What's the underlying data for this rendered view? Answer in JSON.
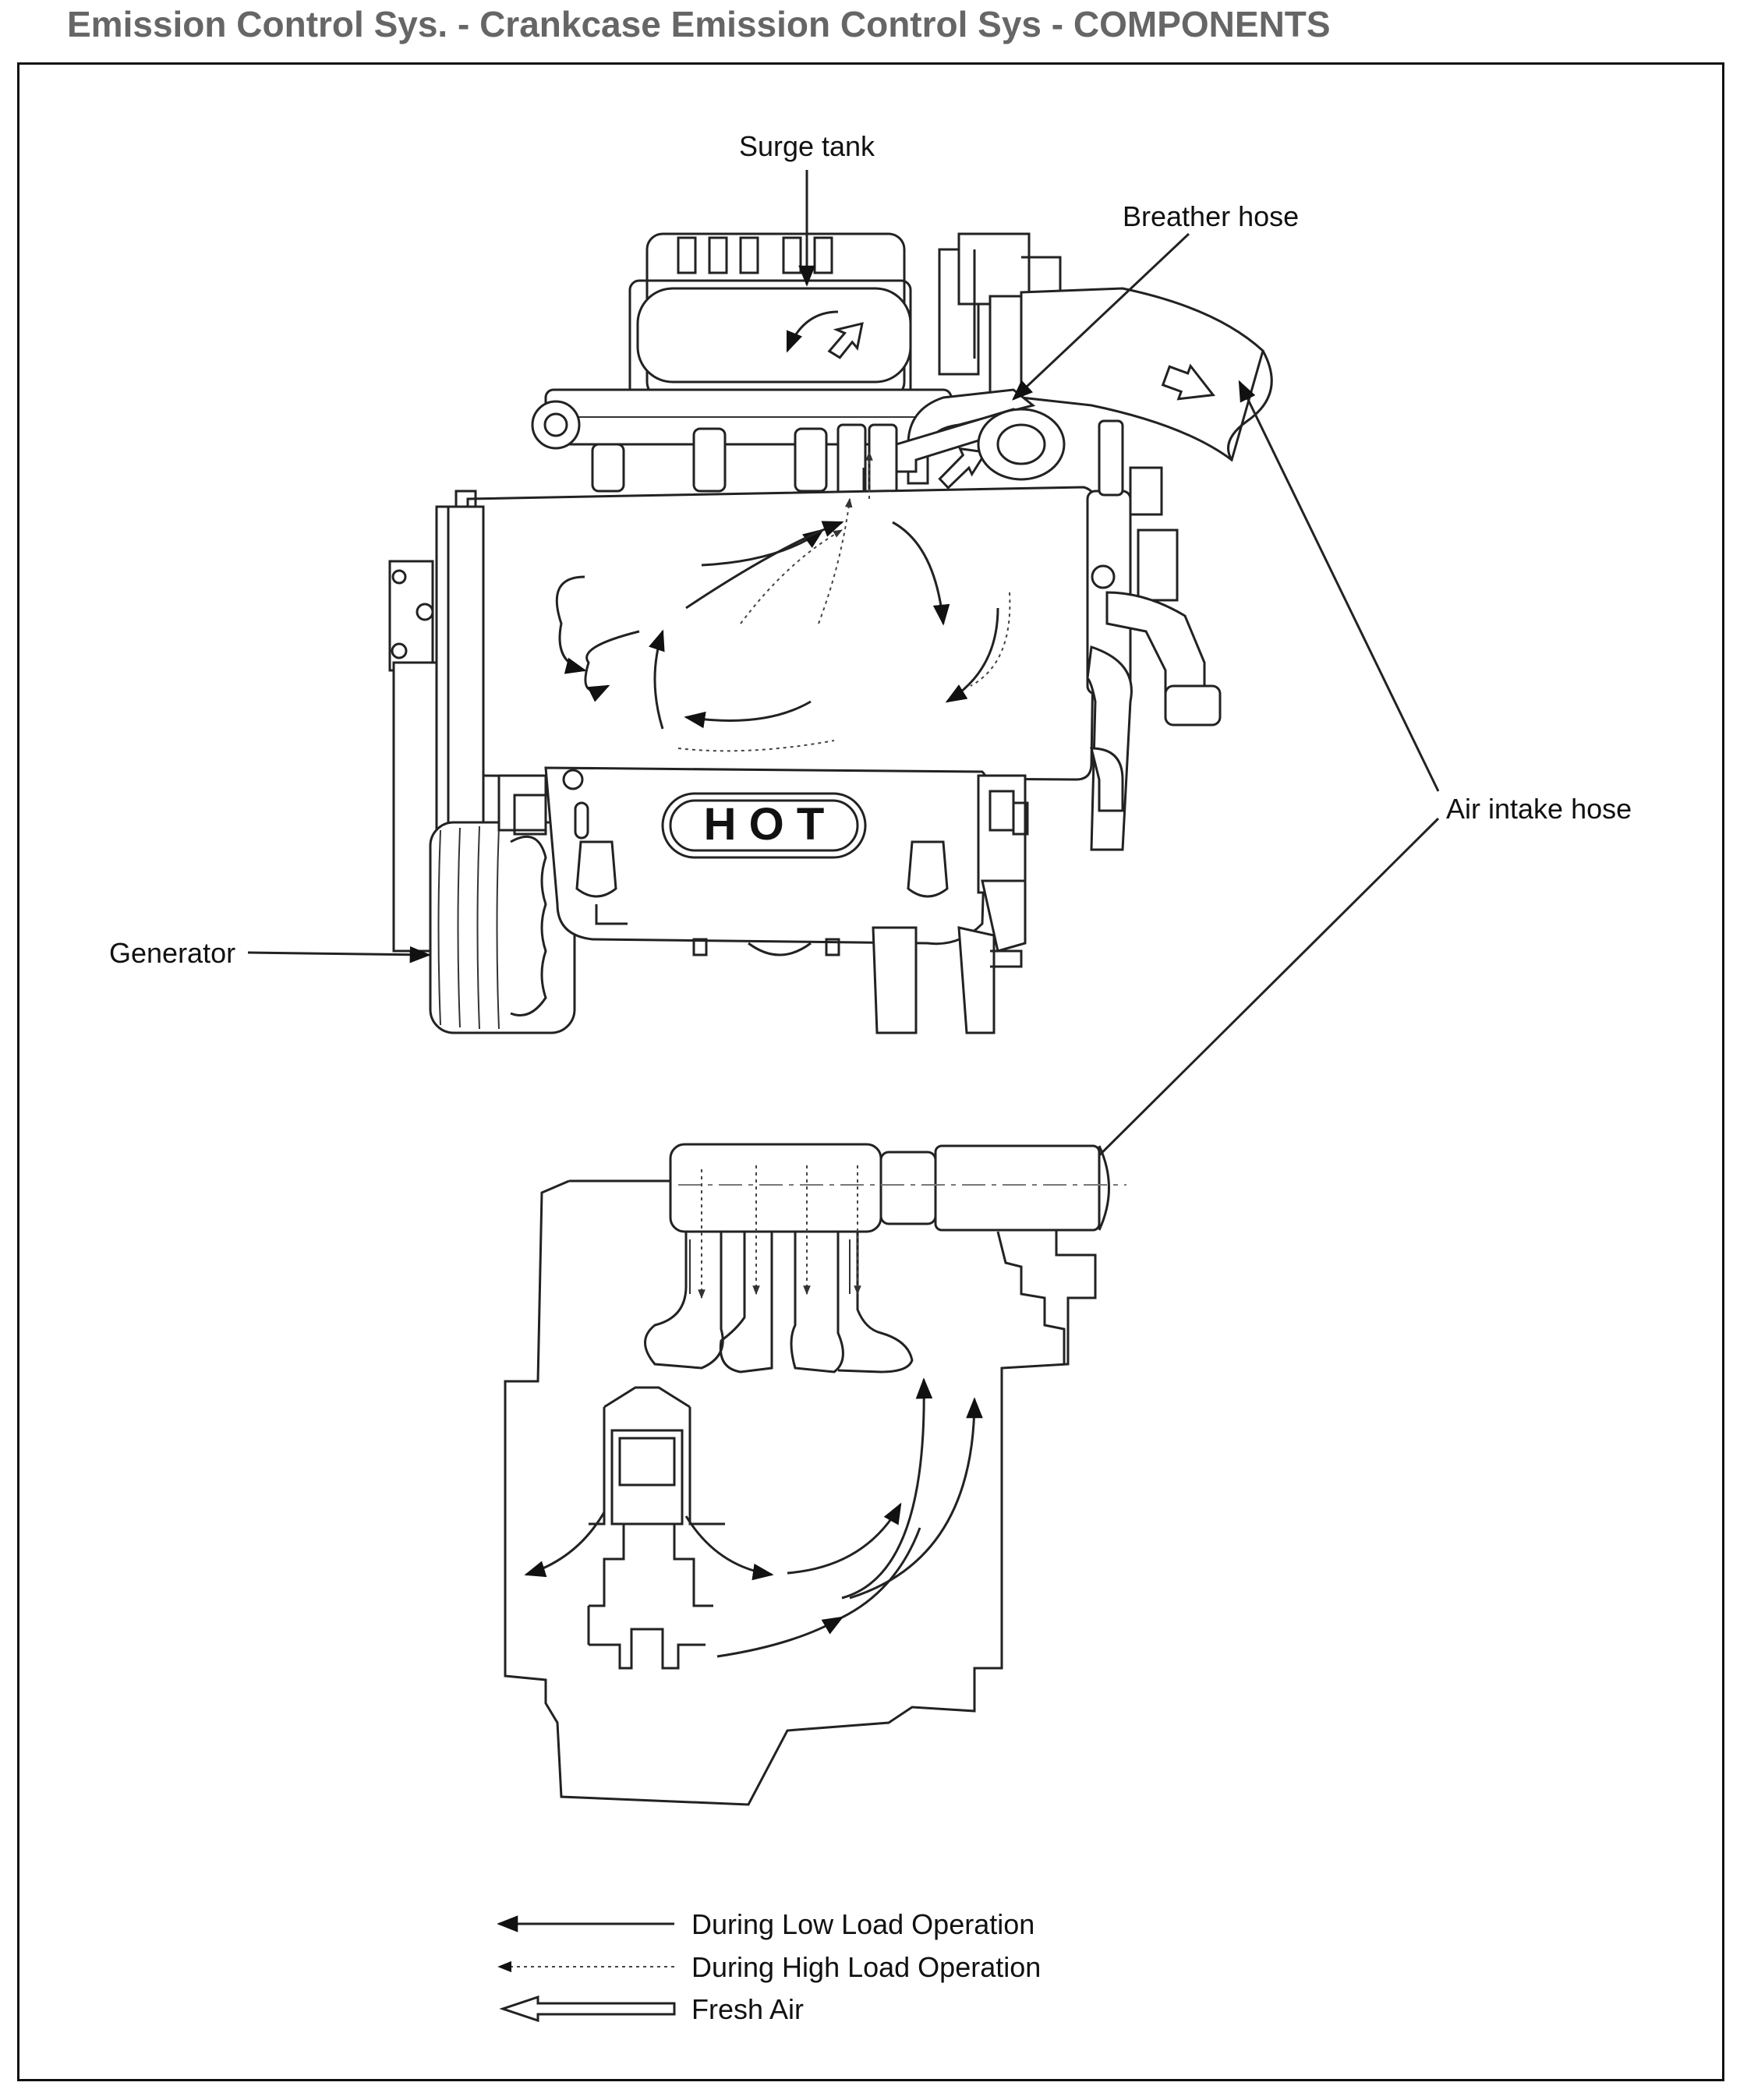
{
  "title": "Emission Control Sys. - Crankcase Emission Control Sys - COMPONENTS",
  "labels": {
    "surge_tank": "Surge tank",
    "breather_hose": "Breather hose",
    "air_intake_hose": "Air intake hose",
    "generator": "Generator",
    "hot_plate": "H O T"
  },
  "legend": [
    {
      "style": "solid-arrow",
      "label": "During Low Load Operation"
    },
    {
      "style": "dotted-arrow",
      "label": "During High Load Operation"
    },
    {
      "style": "hollow-arrow",
      "label": "Fresh Air"
    }
  ]
}
